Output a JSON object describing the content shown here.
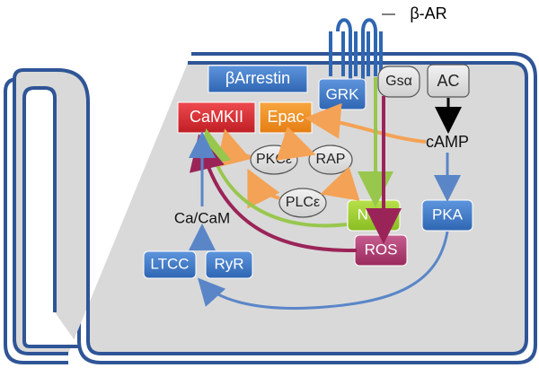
{
  "labels": {
    "receptor": "β-AR",
    "b_arrestin": "βArrestin",
    "grk": "GRK",
    "gs_alpha": "Gsα",
    "ac": "AC",
    "camkii": "CaMKII",
    "epac": "Epac",
    "camp": "cAMP",
    "pkc_epsilon": "PKCε",
    "rap": "RAP",
    "plc_epsilon": "PLCε",
    "ca_cam": "Ca/CaM",
    "nos": "NOS",
    "pka": "PKA",
    "ros": "ROS",
    "ltcc": "LTCC",
    "ryr": "RyR"
  },
  "colors": {
    "blue_box": "#3a74c0",
    "red_box": "#d8262b",
    "orange_box": "#ef8d22",
    "green_box": "#9ccc2f",
    "magenta_box": "#b03a6d",
    "gray_box": "#d7d7d7",
    "cell_fill": "#d9d9d9",
    "membrane": "#2f5597",
    "arrow_blue": "#5a86c8",
    "arrow_orange": "#f4a255",
    "arrow_green": "#98c74d",
    "arrow_magenta": "#9a2458",
    "arrow_black": "#000000"
  }
}
